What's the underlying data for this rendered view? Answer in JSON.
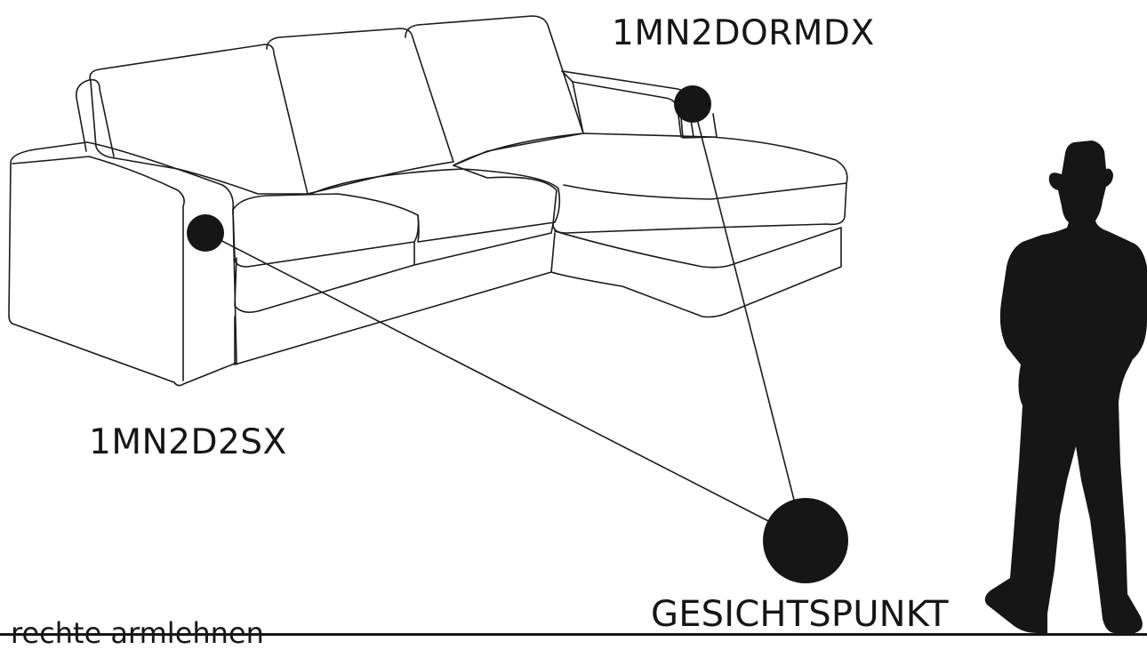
{
  "labels": {
    "module_right": "1MN2DORMDX",
    "module_left": "1MN2D2SX",
    "viewpoint": "GESICHTSPUNKT",
    "bottom_note": "rechte armlehnen"
  },
  "colors": {
    "line": "#1a1a1a",
    "fill": "#161616",
    "background": "#ffffff"
  },
  "icons": {
    "sofa": "sofa-line-drawing",
    "person": "person-silhouette-icon"
  }
}
